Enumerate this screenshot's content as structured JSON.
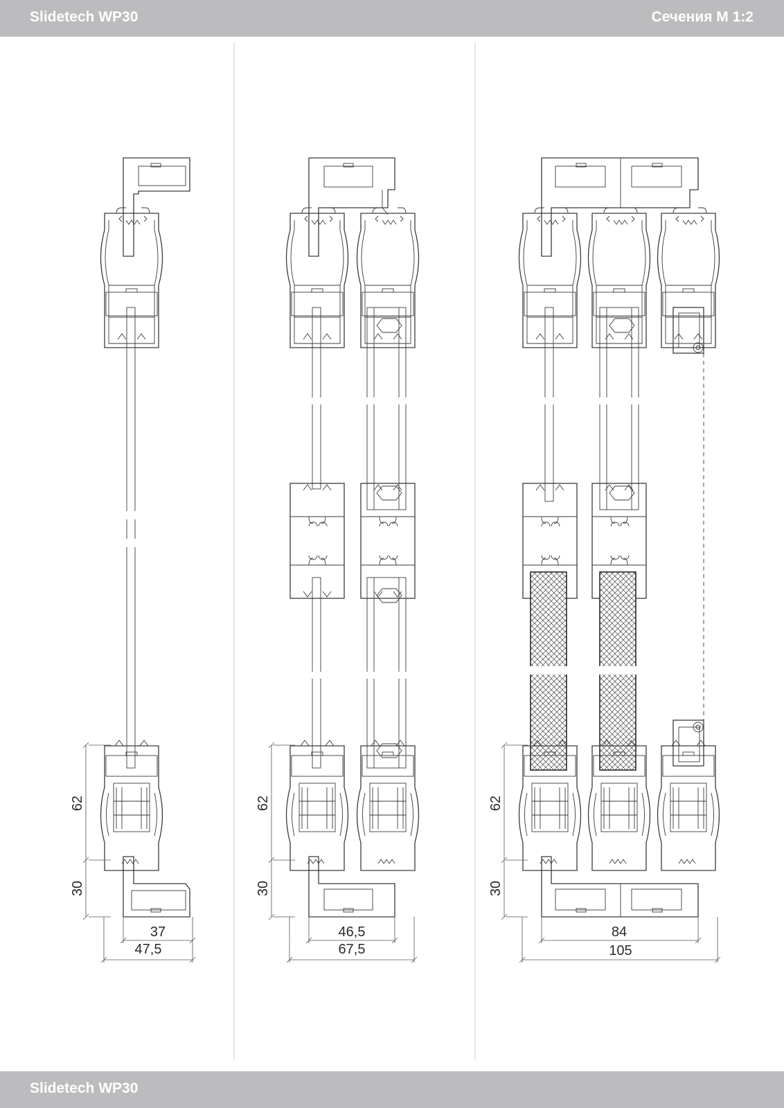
{
  "header": {
    "left_title": "Slidetech WP30",
    "right_title": "Сечения М 1:2"
  },
  "footer": {
    "title": "Slidetech WP30"
  },
  "drawing": {
    "section_1": {
      "height_upper": "62",
      "height_lower": "30",
      "width_inner": "37",
      "width_outer": "47,5"
    },
    "section_2": {
      "height_upper": "62",
      "height_lower": "30",
      "width_inner": "46,5",
      "width_outer": "67,5"
    },
    "section_3": {
      "height_upper": "62",
      "height_lower": "30",
      "width_inner": "84",
      "width_outer": "105"
    }
  }
}
